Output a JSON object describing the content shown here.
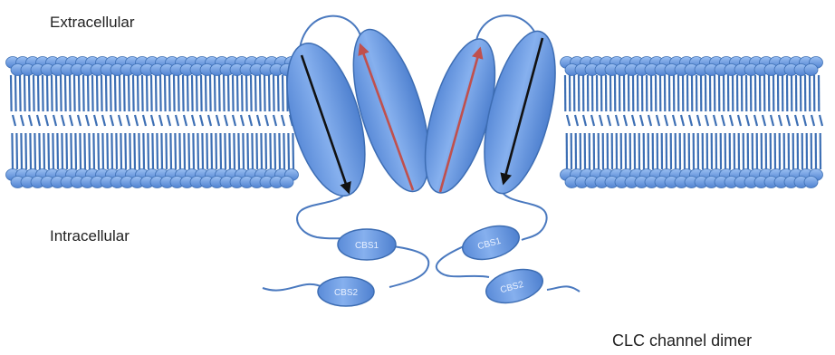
{
  "labels": {
    "extracellular": "Extracellular",
    "intracellular": "Intracellular",
    "caption": "CLC channel dimer"
  },
  "domains": {
    "cbs1": "CBS1",
    "cbs2": "CBS2"
  },
  "colors": {
    "lipid_fill": "#6f9ee6",
    "lipid_stroke": "#3d6fb4",
    "helix_fill": "#6d9de6",
    "helix_stroke": "#3d6db3",
    "arrow_black": "#111111",
    "arrow_red": "#c0504d",
    "linker": "#4a79bf"
  }
}
